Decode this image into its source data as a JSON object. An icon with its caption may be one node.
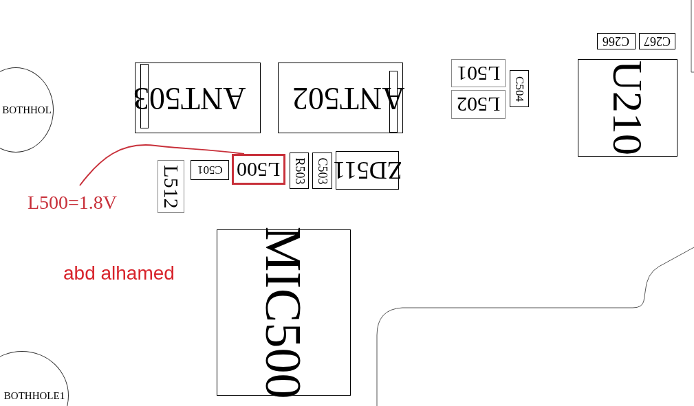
{
  "diagram": {
    "nodes": [
      {
        "text": [
          "BOTHHOL"
        ]
      },
      {
        "text": [
          "ANT503"
        ]
      },
      {
        "text": [
          "ANT502"
        ]
      },
      {
        "text": [
          "L501"
        ]
      },
      {
        "text": [
          "L502"
        ]
      },
      {
        "text": [
          "C504"
        ]
      },
      {
        "text": [
          "C266"
        ]
      },
      {
        "text": [
          "C267"
        ]
      },
      {
        "text": [
          "U210"
        ]
      },
      {
        "text": [
          "L512"
        ]
      },
      {
        "text": [
          "C501"
        ]
      },
      {
        "text": [
          "L500"
        ]
      },
      {
        "text": [
          "R503"
        ]
      },
      {
        "text": [
          "C503"
        ]
      },
      {
        "text": [
          "ZD511"
        ]
      },
      {
        "text": [
          "L500=1.8V"
        ]
      },
      {
        "text": [
          "MIC500"
        ]
      },
      {
        "text": [
          "BOTHHOLE1"
        ]
      }
    ],
    "edges": [
      {
        "from": 15,
        "to": 11,
        "arrow": "none",
        "color": "#c8303a"
      }
    ],
    "labels": [
      "abd alhamed"
    ]
  }
}
